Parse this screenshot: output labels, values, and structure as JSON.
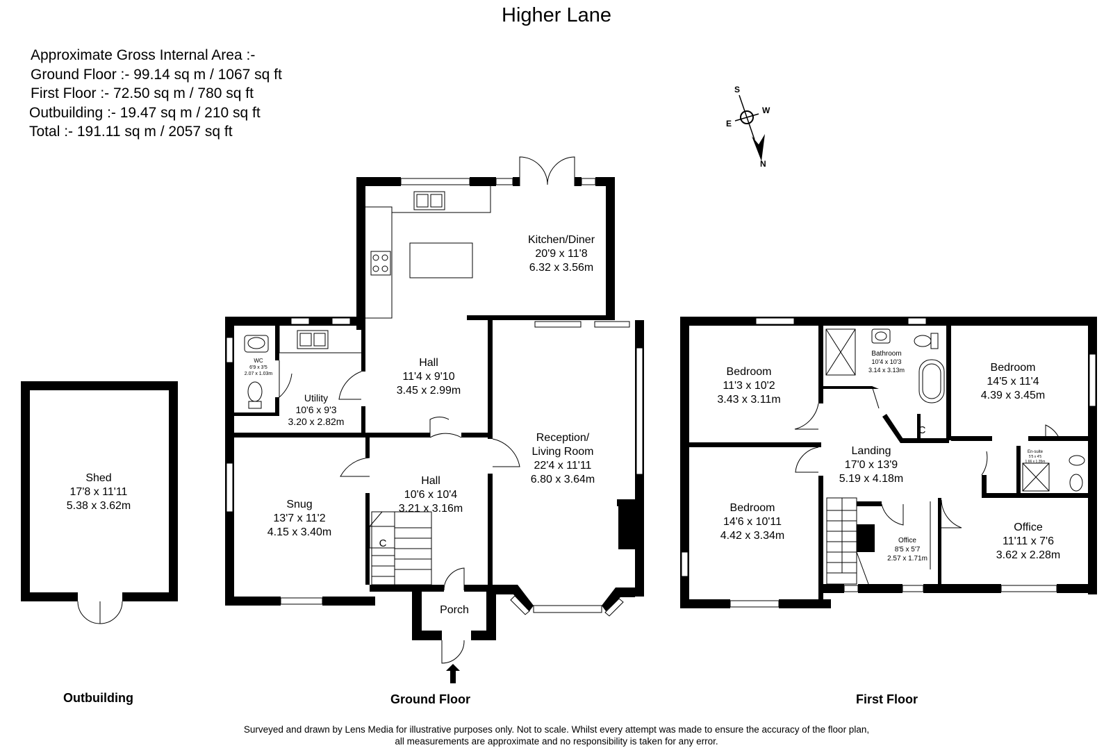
{
  "title": "Higher Lane",
  "area_summary": {
    "heading": "Approximate Gross Internal Area :-",
    "ground": "Ground Floor :- 99.14 sq m / 1067 sq ft",
    "first": "First Floor :- 72.50 sq m / 780 sq ft",
    "outbuilding": "Outbuilding :- 19.47 sq m / 210 sq ft",
    "total": "Total :- 191.11 sq m / 2057 sq ft"
  },
  "compass": {
    "s": "S",
    "w": "W",
    "e": "E",
    "n": "N"
  },
  "floors": {
    "outbuilding": "Outbuilding",
    "ground": "Ground Floor",
    "first": "First Floor"
  },
  "rooms": {
    "shed": {
      "name": "Shed",
      "imperial": "17'8 x 11'11",
      "metric": "5.38 x 3.62m"
    },
    "kitchen": {
      "name": "Kitchen/Diner",
      "imperial": "20'9 x 11'8",
      "metric": "6.32 x 3.56m"
    },
    "wc": {
      "name": "WC",
      "imperial": "6'9 x 3'5",
      "metric": "2.07 x 1.03m"
    },
    "utility": {
      "name": "Utility",
      "imperial": "10'6 x 9'3",
      "metric": "3.20 x 2.82m"
    },
    "hall_upper": {
      "name": "Hall",
      "imperial": "11'4 x 9'10",
      "metric": "3.45 x 2.99m"
    },
    "reception": {
      "name1": "Reception/",
      "name2": "Living Room",
      "imperial": "22'4 x 11'11",
      "metric": "6.80 x 3.64m"
    },
    "snug": {
      "name": "Snug",
      "imperial": "13'7 x 11'2",
      "metric": "4.15 x 3.40m"
    },
    "hall_lower": {
      "name": "Hall",
      "imperial": "10'6 x 10'4",
      "metric": "3.21 x 3.16m"
    },
    "cupboard_ground": {
      "name": "C"
    },
    "porch": {
      "name": "Porch"
    },
    "bedroom1": {
      "name": "Bedroom",
      "imperial": "11'3 x 10'2",
      "metric": "3.43 x 3.11m"
    },
    "bathroom": {
      "name": "Bathroom",
      "imperial": "10'4 x 10'3",
      "metric": "3.14 x 3.13m"
    },
    "bedroom2": {
      "name": "Bedroom",
      "imperial": "14'5 x 11'4",
      "metric": "4.39 x 3.45m"
    },
    "cupboard_first": {
      "name": "C"
    },
    "landing": {
      "name": "Landing",
      "imperial": "17'0 x 13'9",
      "metric": "5.19 x 4.18m"
    },
    "ensuite": {
      "name": "En-suite",
      "imperial": "5'5 x 4'5",
      "metric": "1.66 x 1.35m"
    },
    "bedroom3": {
      "name": "Bedroom",
      "imperial": "14'6 x 10'11",
      "metric": "4.42 x 3.34m"
    },
    "office_small": {
      "name": "Office",
      "imperial": "8'5 x 5'7",
      "metric": "2.57 x 1.71m"
    },
    "office_large": {
      "name": "Office",
      "imperial": "11'11 x 7'6",
      "metric": "3.62 x 2.28m"
    }
  },
  "disclaimer": {
    "line1": "Surveyed and drawn by Lens Media for illustrative purposes only. Not to scale. Whilst every attempt was made to ensure the accuracy of the floor plan,",
    "line2": "all measurements are approximate and no responsibility is taken for any error."
  }
}
